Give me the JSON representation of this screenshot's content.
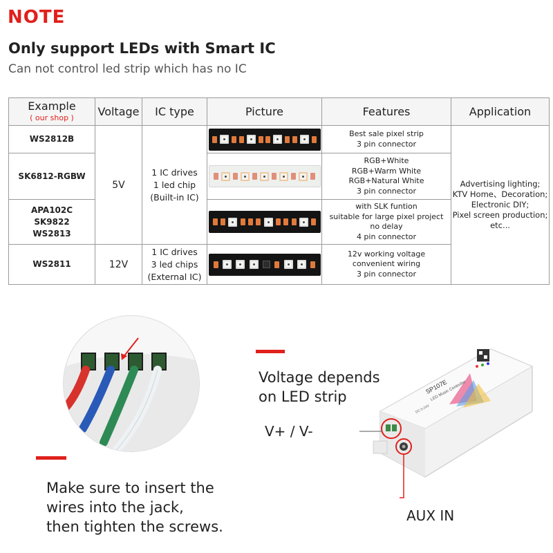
{
  "note_title": "NOTE",
  "headline": "Only support LEDs with Smart IC",
  "subline": "Can not control led strip which has no IC",
  "table": {
    "headers": {
      "example": "Example",
      "example_shop": "( our shop )",
      "voltage": "Voltage",
      "ic_type": "IC type",
      "picture": "Picture",
      "features": "Features",
      "application": "Application"
    },
    "rows": [
      {
        "model": "WS2812B",
        "features": [
          "Best sale pixel strip",
          "3 pin connector"
        ]
      },
      {
        "model": "SK6812-RGBW",
        "features": [
          "RGB+White",
          "RGB+Warm White",
          "RGB+Natural White",
          "3 pin connector"
        ]
      },
      {
        "model": [
          "APA102C",
          "SK9822",
          "WS2813"
        ],
        "features": [
          "with SLK funtion",
          "suitable for large pixel project",
          "no delay",
          "4 pin connector"
        ]
      },
      {
        "model": "WS2811",
        "features": [
          "12v working voltage",
          "convenient wiring",
          "3 pin connector"
        ]
      }
    ],
    "voltage_5v": "5V",
    "voltage_12v": "12V",
    "ic_builtin": [
      "1 IC drives",
      "1 led chip",
      "(Built-in IC)"
    ],
    "ic_external": [
      "1 IC drives",
      "3 led chips",
      "(External IC)"
    ],
    "application": [
      "Advertising lighting;",
      "KTV Home、Decoration;",
      "Electronic DIY;",
      "Pixel screen production;",
      "etc..."
    ]
  },
  "wiring_caption": [
    "Make sure to insert the",
    "wires into the jack,",
    "then tighten the screws."
  ],
  "voltage_caption": [
    "Voltage depends",
    "on LED strip"
  ],
  "v_label": "V+ / V-",
  "aux_label": "AUX IN",
  "controller": {
    "model": "SP107E",
    "subtitle": "LED Music Controller",
    "input_mark": "DC 5-24V"
  },
  "colors": {
    "accent": "#e0201c",
    "table_border": "#9a9a9a",
    "wire_red": "#d8322c",
    "wire_blue": "#2a5ab8",
    "wire_green": "#2e8a55",
    "wire_white": "#eef2f4"
  }
}
